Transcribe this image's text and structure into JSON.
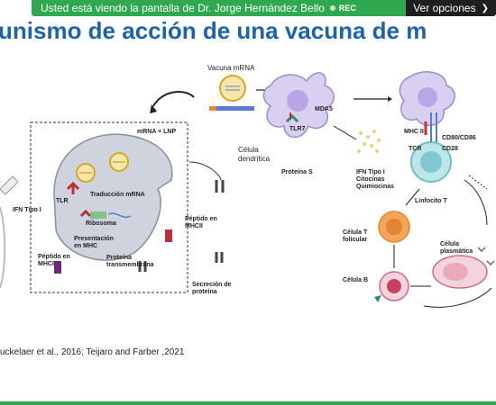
{
  "banner": {
    "share_text": "Usted está viendo la pantalla de Dr. Jorge Hernández Bello",
    "rec_label": "REC",
    "options_label": "Ver opciones",
    "accent": "#2fa84f"
  },
  "slide": {
    "title": "unismo de acción de una vacuna de m",
    "title_color": "#1f63a7",
    "citation": "uckelaer et al., 2016; Teijaro and Farber ,2021"
  },
  "diagram": {
    "mrna_lnp": "mRNA + LNP",
    "ifn_tipo1_left": "IFN Tipo I",
    "tlr": "TLR",
    "traduccion": "Traducción mRNA",
    "ribosoma": "Ribosoma",
    "presentacion": "Presentación en MHC",
    "peptido_mhci": "Péptido en MHCI",
    "proteina_transmembrana": "Proteína transmembrana",
    "peptido_mhcii": "Péptido en MHCII",
    "secrecion": "Secreción de proteína",
    "vacuna_mrna": "Vacuna mRNA",
    "celula_dendritica": "Célula dendrítica",
    "mda5": "MDA5",
    "tlr7": "TLR7",
    "proteina_s": "Proteína S",
    "ifn_citocinas": "IFN Tipo I Citocinas Quimiocinas",
    "mhc_ii": "MHC II",
    "tcr": "TCR",
    "cd80": "CD80/CD86",
    "cd28": "CD28",
    "linfocito_t": "Linfocito T",
    "celula_t_folicular": "Célula T folicular",
    "celula_b": "Célula B",
    "celula_plasmatica": "Célula plasmática"
  }
}
